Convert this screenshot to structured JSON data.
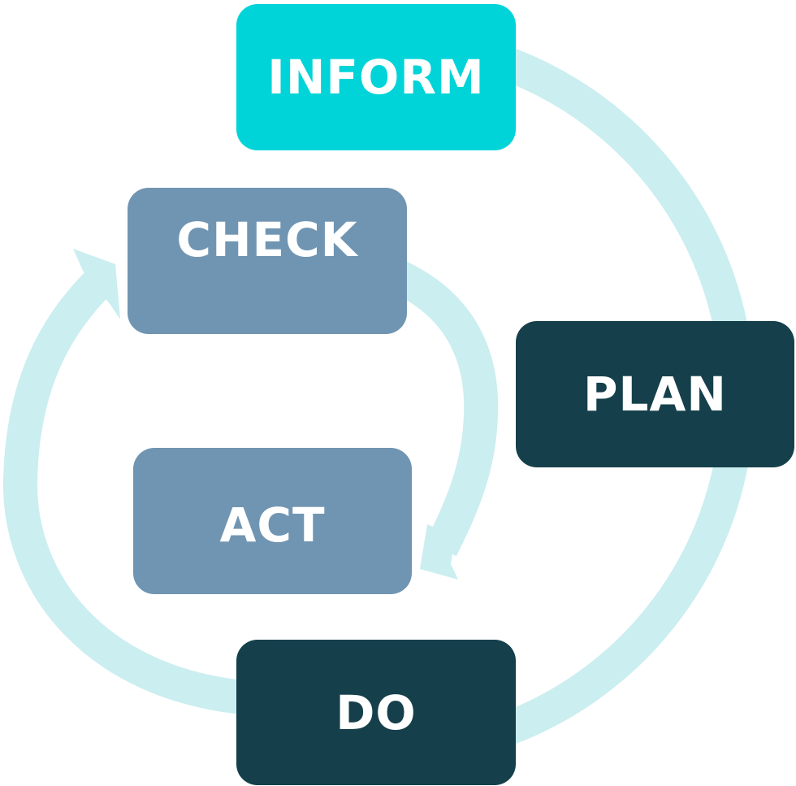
{
  "colors": {
    "inform": "#00D4D8",
    "check_act": "#7095B2",
    "plan_do": "#15404B",
    "arrow": "#CBEEF0"
  },
  "steps": {
    "inform": "INFORM",
    "check": "CHECK",
    "plan": "PLAN",
    "act": "ACT",
    "do": "DO"
  }
}
